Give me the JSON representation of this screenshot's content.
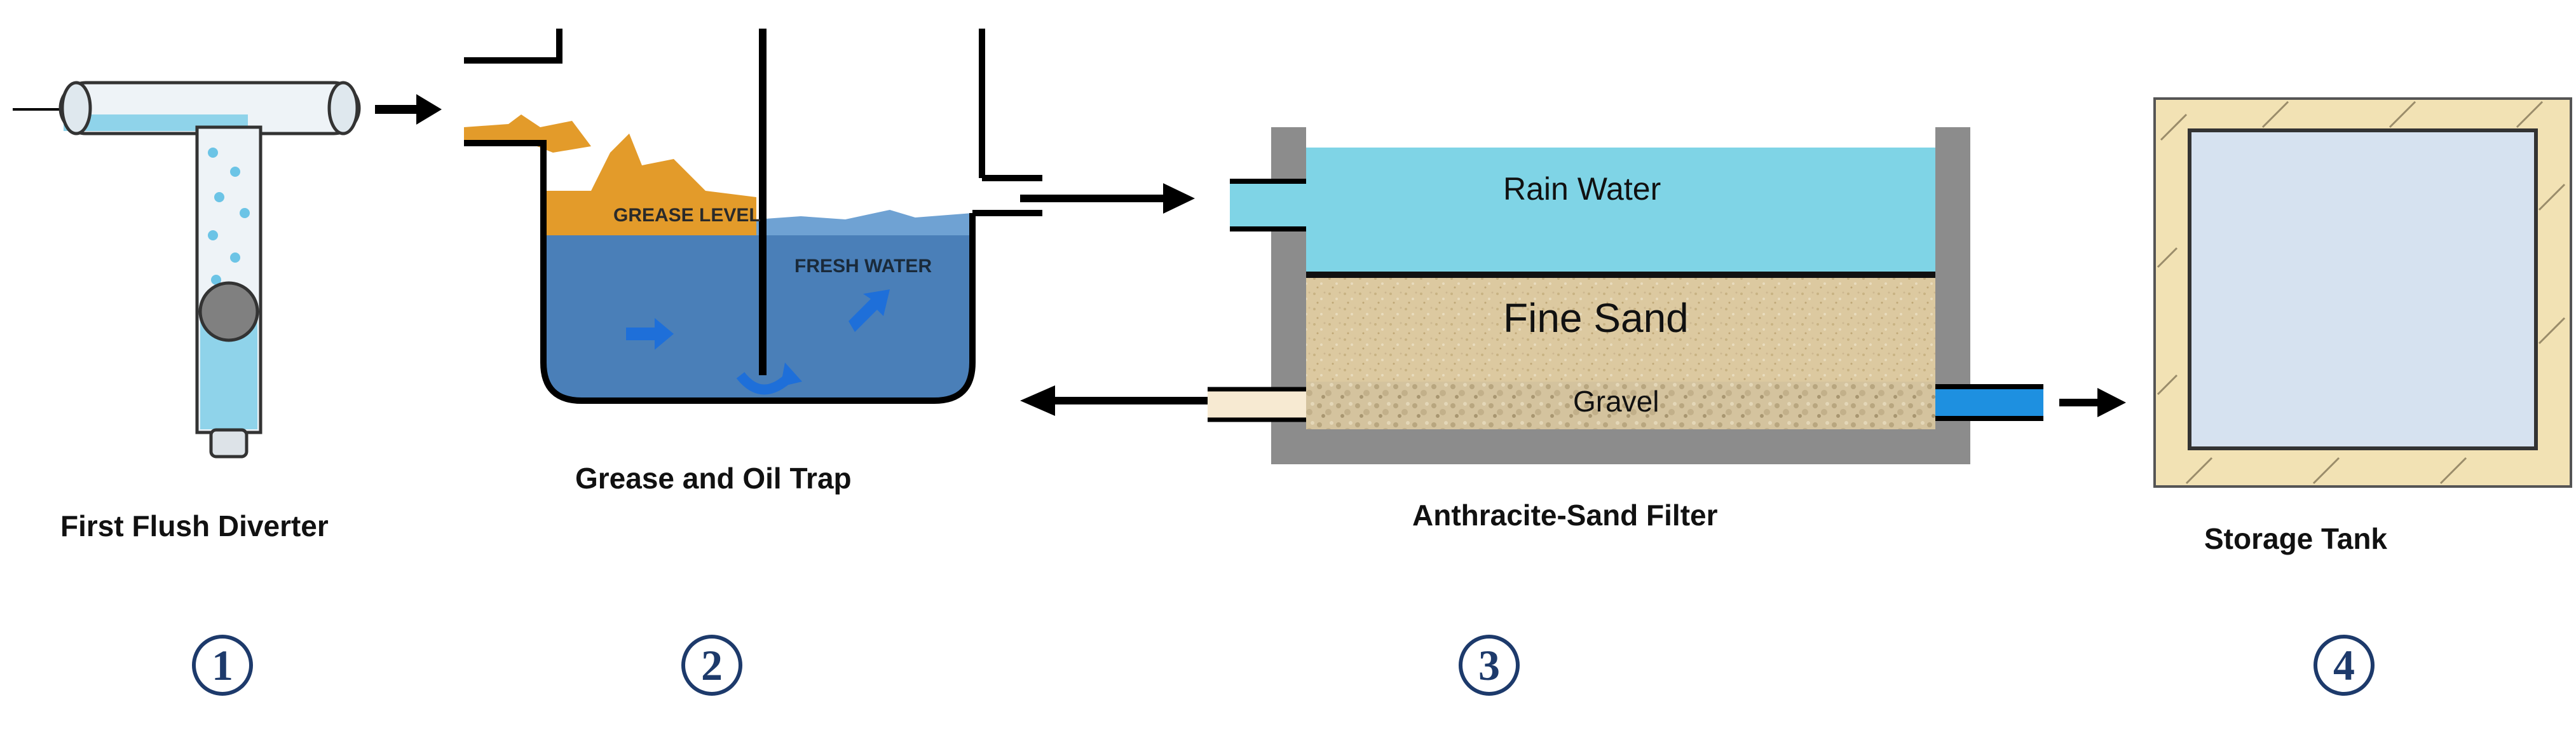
{
  "stages": [
    {
      "caption": "First Flush Diverter",
      "number": "1"
    },
    {
      "caption": "Grease and Oil Trap",
      "number": "2",
      "grease_label": "GREASE LEVEL",
      "water_label": "FRESH WATER"
    },
    {
      "caption": "Anthracite-Sand Filter",
      "number": "3",
      "layers": [
        "Rain Water",
        "Fine Sand",
        "Gravel"
      ]
    },
    {
      "caption": "Storage Tank",
      "number": "4"
    }
  ],
  "colors": {
    "water_light": "#7fd4e6",
    "water_trap": "#4a7fb8",
    "grease": "#e39b2a",
    "sand": "#dcc9a0",
    "concrete": "#8c8c8c",
    "tank_wall": "#f2e2b4",
    "tank_inside": "#d6e2f0",
    "number_circle": "#1d3a6b"
  }
}
